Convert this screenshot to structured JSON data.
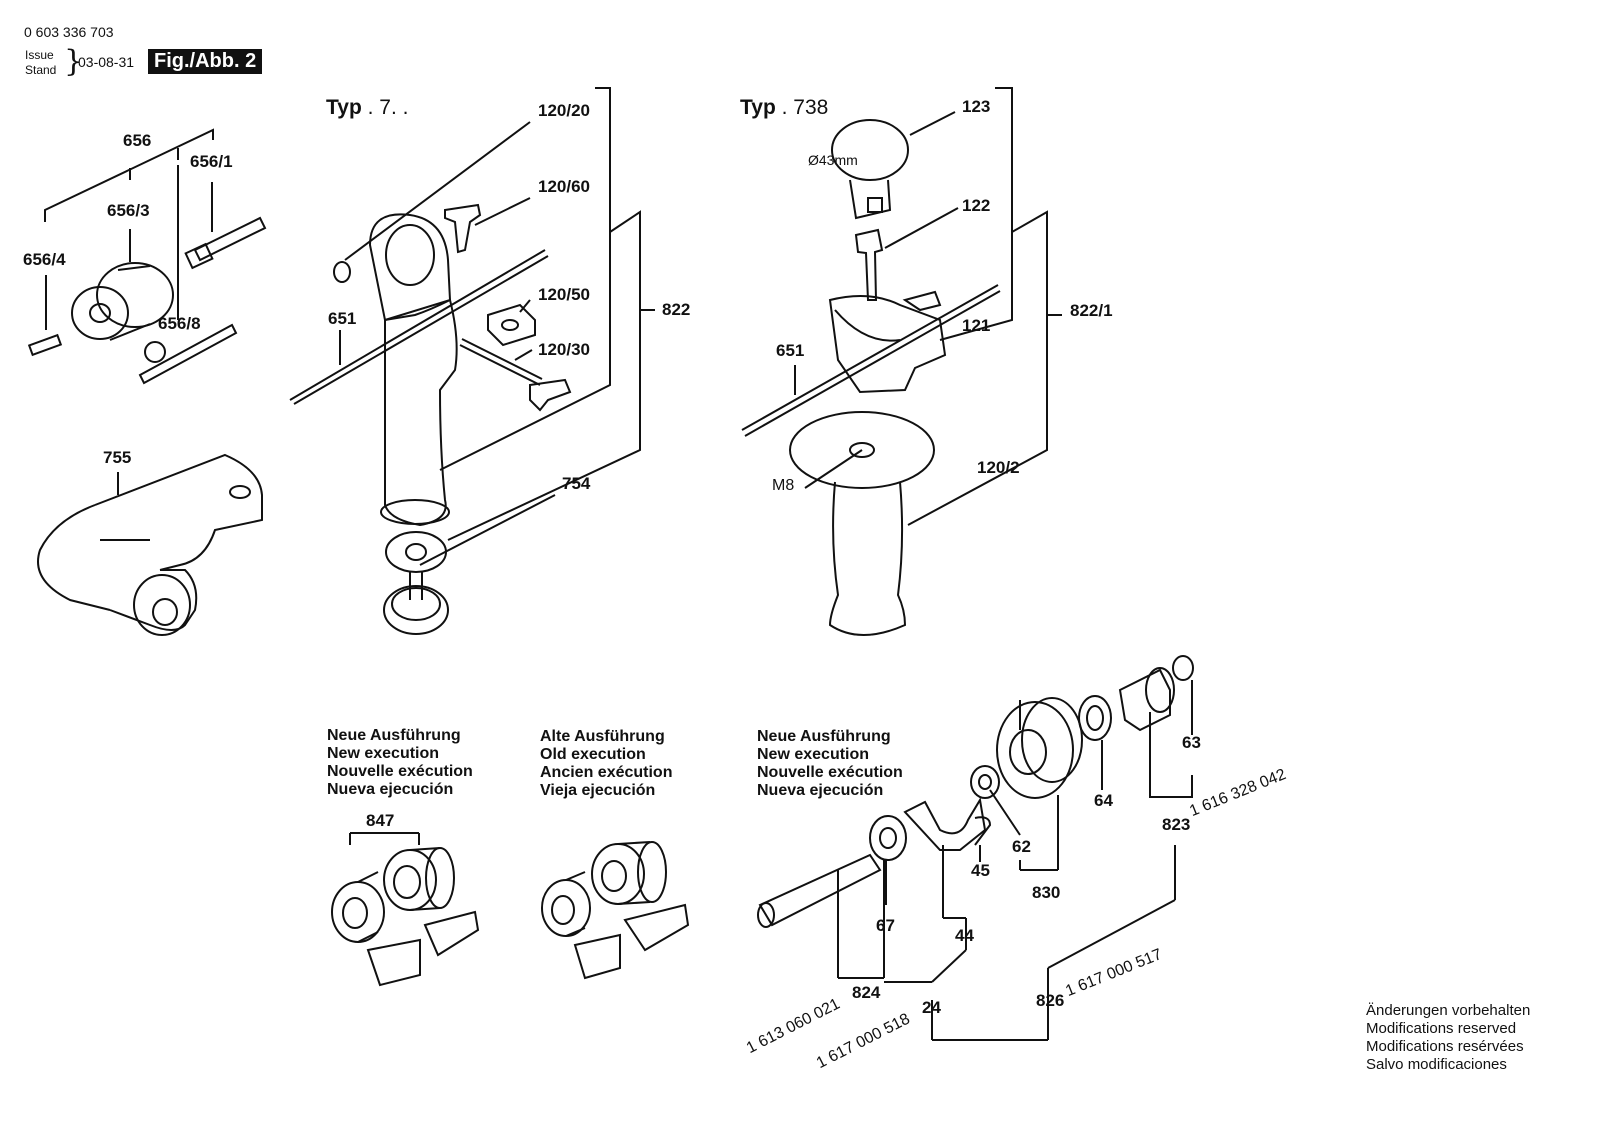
{
  "header": {
    "part_number": "0 603 336 703",
    "issue_label": "Issue",
    "stand_label": "Stand",
    "date": "03-08-31",
    "figure": "Fig./Abb. 2"
  },
  "types": {
    "left": {
      "prefix": "Typ",
      "suffix": ". 7. ."
    },
    "right": {
      "prefix": "Typ",
      "suffix": ". 738"
    }
  },
  "labels": {
    "l656": "656",
    "l656_1": "656/1",
    "l656_3": "656/3",
    "l656_4": "656/4",
    "l656_8": "656/8",
    "l755": "755",
    "l120_20": "120/20",
    "l120_60": "120/60",
    "l120_50": "120/50",
    "l120_30": "120/30",
    "l651a": "651",
    "l822": "822",
    "l754": "754",
    "l123": "123",
    "l43mm": "Ø43mm",
    "l122": "122",
    "l121": "121",
    "l822_1": "822/1",
    "l651b": "651",
    "l120_2": "120/2",
    "lM8": "M8",
    "l847": "847",
    "l63": "63",
    "l64": "64",
    "l823": "823",
    "l823_num": "1 616 328 042",
    "l62": "62",
    "l45": "45",
    "l830": "830",
    "l67": "67",
    "l44": "44",
    "l824": "824",
    "l824_num": "1 613 060 021",
    "l24": "24",
    "l24_num": "1 617 000 518",
    "l826": "826",
    "l826_num": "1 617 000 517"
  },
  "notes": {
    "new1": [
      "Neue Ausführung",
      "New execution",
      "Nouvelle exécution",
      "Nueva ejecución"
    ],
    "old": [
      "Alte Ausführung",
      "Old execution",
      "Ancien exécution",
      "Vieja ejecución"
    ],
    "new2": [
      "Neue Ausführung",
      "New execution",
      "Nouvelle exécution",
      "Nueva ejecución"
    ]
  },
  "footer": [
    "Änderungen vorbehalten",
    "Modifications reserved",
    "Modifications resérvées",
    "Salvo modificaciones"
  ]
}
